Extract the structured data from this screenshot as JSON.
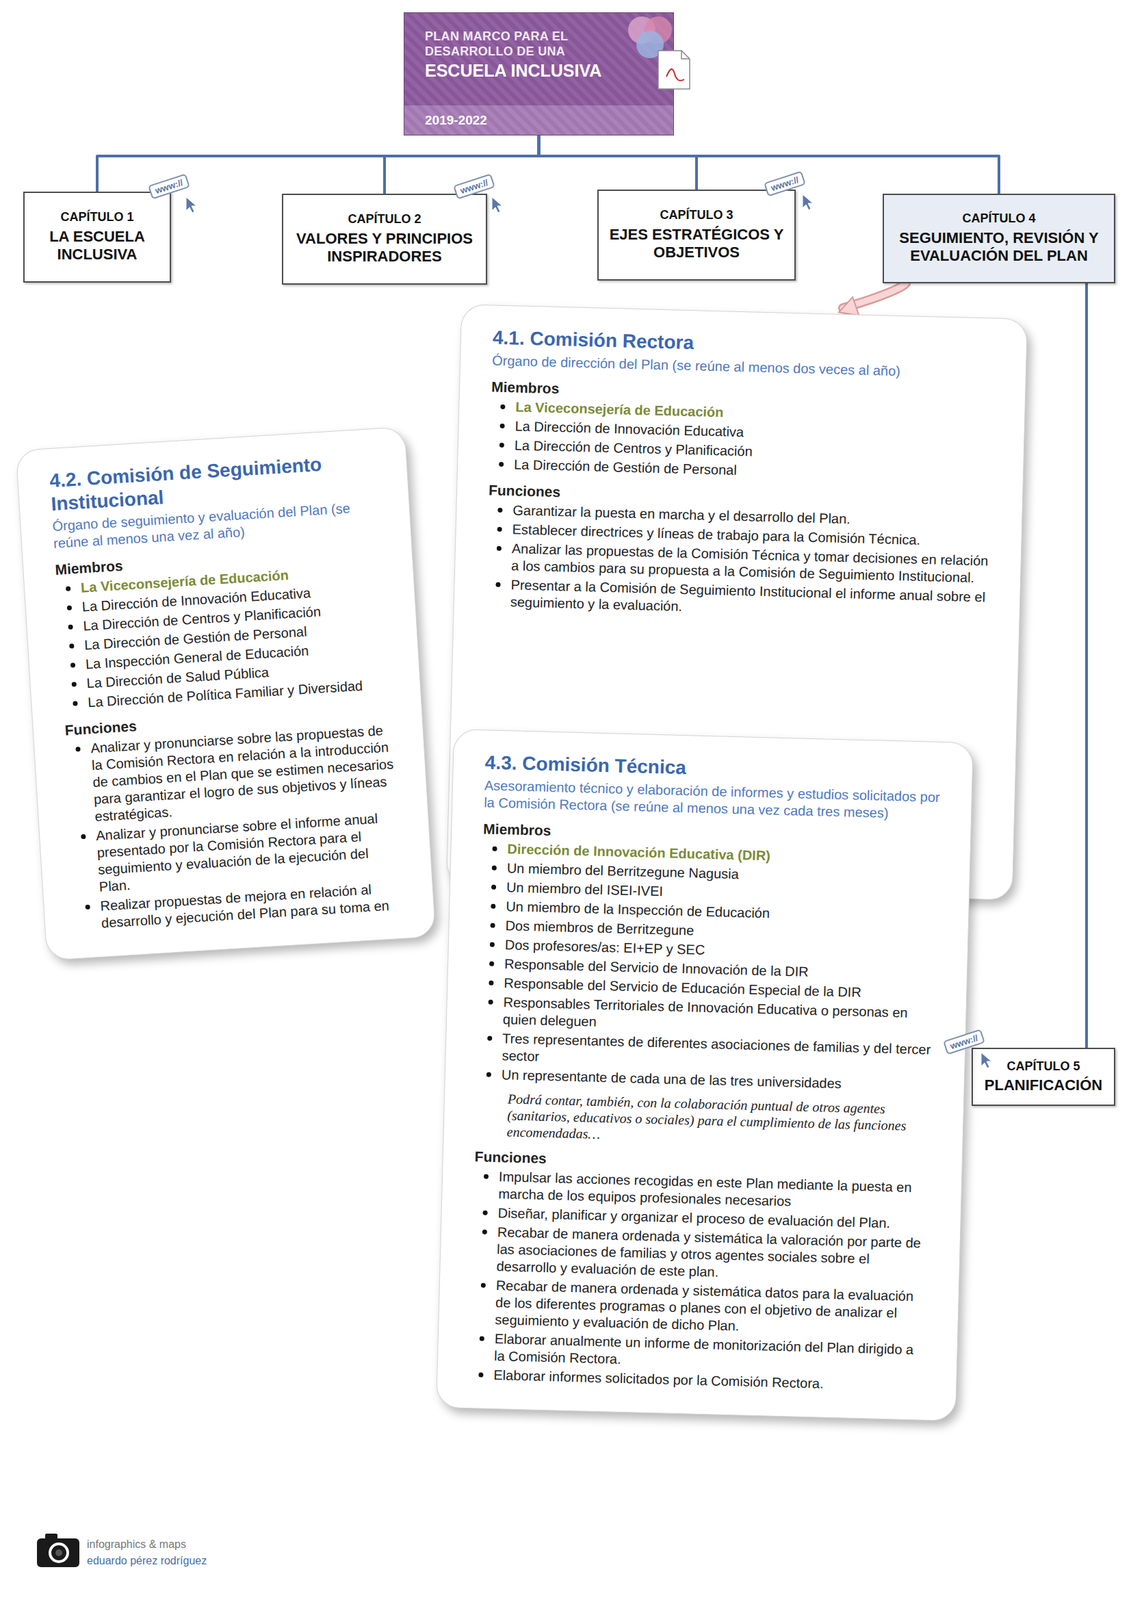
{
  "diagram": {
    "nodes": [
      {
        "text": [
          "PLAN MARCO PARA EL DESARROLLO DE UNA",
          "ESCUELA INCLUSIVA",
          "2019-2022"
        ]
      },
      {
        "text": [
          "CAPÍTULO 1",
          "LA ESCUELA INCLUSIVA"
        ]
      },
      {
        "text": [
          "CAPÍTULO 2",
          "VALORES Y PRINCIPIOS INSPIRADORES"
        ]
      },
      {
        "text": [
          "CAPÍTULO 3",
          "EJES ESTRATÉGICOS Y OBJETIVOS"
        ]
      },
      {
        "text": [
          "CAPÍTULO 4",
          "SEGUIMIENTO, REVISIÓN Y EVALUACIÓN DEL PLAN"
        ]
      },
      {
        "text": [
          "4.1. Comisión Rectora",
          "Órgano de dirección del Plan (se reúne al menos dos veces al año)",
          "Miembros",
          "La Viceconsejería de Educación",
          "La Dirección de Innovación Educativa",
          "La Dirección de Centros y Planificación",
          "La Dirección de Gestión de Personal",
          "Funciones",
          "Garantizar la puesta en marcha y el desarrollo del Plan.",
          "Establecer directrices y líneas de trabajo para la Comisión Técnica.",
          "Analizar las propuestas de la Comisión Técnica y tomar decisiones en relación a los cambios para su propuesta a la Comisión de Seguimiento Institucional.",
          "Presentar a la Comisión de Seguimiento Institucional el informe anual sobre el seguimiento y la evaluación."
        ]
      },
      {
        "text": [
          "4.2. Comisión de Seguimiento Institucional",
          "Órgano de seguimiento y evaluación del Plan (se reúne al menos una vez al año)",
          "Miembros",
          "La Viceconsejería de Educación",
          "La Dirección de Innovación Educativa",
          "La Dirección de Centros y Planificación",
          "La Dirección de Gestión de Personal",
          "La Inspección General de Educación",
          "La Dirección de Salud Pública",
          "La Dirección de Política Familiar y Diversidad",
          "Funciones",
          "Analizar y pronunciarse sobre las propuestas de la Comisión Rectora en relación a la introducción de cambios en el Plan que se estimen necesarios para garantizar el logro de sus objetivos y líneas estratégicas.",
          "Analizar y pronunciarse sobre el informe anual presentado por la Comisión Rectora para el seguimiento y evaluación de la ejecución del Plan.",
          "Realizar propuestas de mejora en relación al desarrollo y ejecución del Plan para su toma en"
        ]
      },
      {
        "text": [
          "4.3. Comisión Técnica",
          "Asesoramiento técnico y elaboración de informes y estudios solicitados por la Comisión Rectora (se reúne al menos una vez cada tres meses)",
          "Miembros",
          "Dirección de Innovación Educativa (DIR)",
          "Un miembro del Berritzegune Nagusia",
          "Un miembro del ISEI-IVEI",
          "Un miembro de la Inspección de Educación",
          "Dos miembros de Berritzegune",
          "Dos profesores/as: EI+EP y SEC",
          "Responsable del Servicio de Innovación de la DIR",
          "Responsable del Servicio de Educación Especial de la DIR",
          "Responsables Territoriales de Innovación Educativa o personas en quien deleguen",
          "Tres representantes de diferentes asociaciones de familias y del tercer sector",
          "Un representante de cada una de las tres universidades",
          "Podrá contar, también, con la colaboración puntual de otros agentes (sanitarios, educativos o sociales) para el cumplimiento de las funciones encomendadas…",
          "Funciones",
          "Impulsar las acciones recogidas en este Plan mediante la puesta en marcha de los equipos profesionales necesarios",
          "Diseñar, planificar y organizar el proceso de evaluación del Plan.",
          "Recabar de manera ordenada y sistemática la valoración por parte de las asociaciones de familias y otros agentes sociales sobre el desarrollo y evaluación de este plan.",
          "Recabar de manera ordenada y sistemática datos para la evaluación de los diferentes programas o planes con el objetivo de analizar el seguimiento y evaluación de dicho Plan.",
          "Elaborar anualmente un informe de monitorización del Plan dirigido a la Comisión Rectora.",
          "Elaborar informes solicitados por la Comisión Rectora."
        ]
      },
      {
        "text": [
          "CAPÍTULO 5",
          "PLANIFICACIÓN"
        ]
      }
    ],
    "edges": [
      {
        "from": 0,
        "to": 1,
        "arrow": "none"
      },
      {
        "from": 0,
        "to": 2,
        "arrow": "none"
      },
      {
        "from": 0,
        "to": 3,
        "arrow": "none"
      },
      {
        "from": 0,
        "to": 4,
        "arrow": "none"
      },
      {
        "from": 4,
        "to": 8,
        "arrow": "none"
      },
      {
        "from": 4,
        "to": 5,
        "arrow": "to"
      }
    ],
    "labels": [
      "PDF",
      "www://",
      "www://",
      "www://",
      "www://",
      "infographics & maps",
      "eduardo pérez rodríguez"
    ]
  }
}
